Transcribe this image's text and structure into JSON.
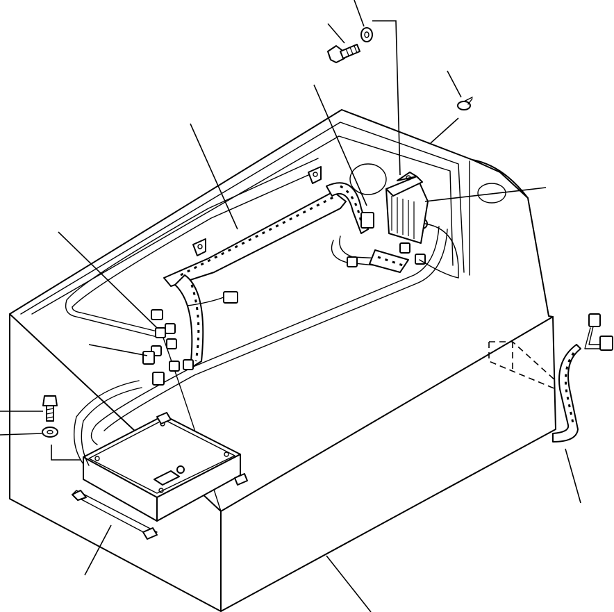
{
  "figure": {
    "type": "exploded parts diagram",
    "labels_shown": false,
    "ink_color": "#000000",
    "background_color": "#ffffff"
  },
  "parts": [
    "console-housing",
    "main-wire-harness",
    "controller-box",
    "voltage-regulator",
    "hex-bolt",
    "washer",
    "small-screw",
    "side-wire-harness",
    "connectors"
  ]
}
